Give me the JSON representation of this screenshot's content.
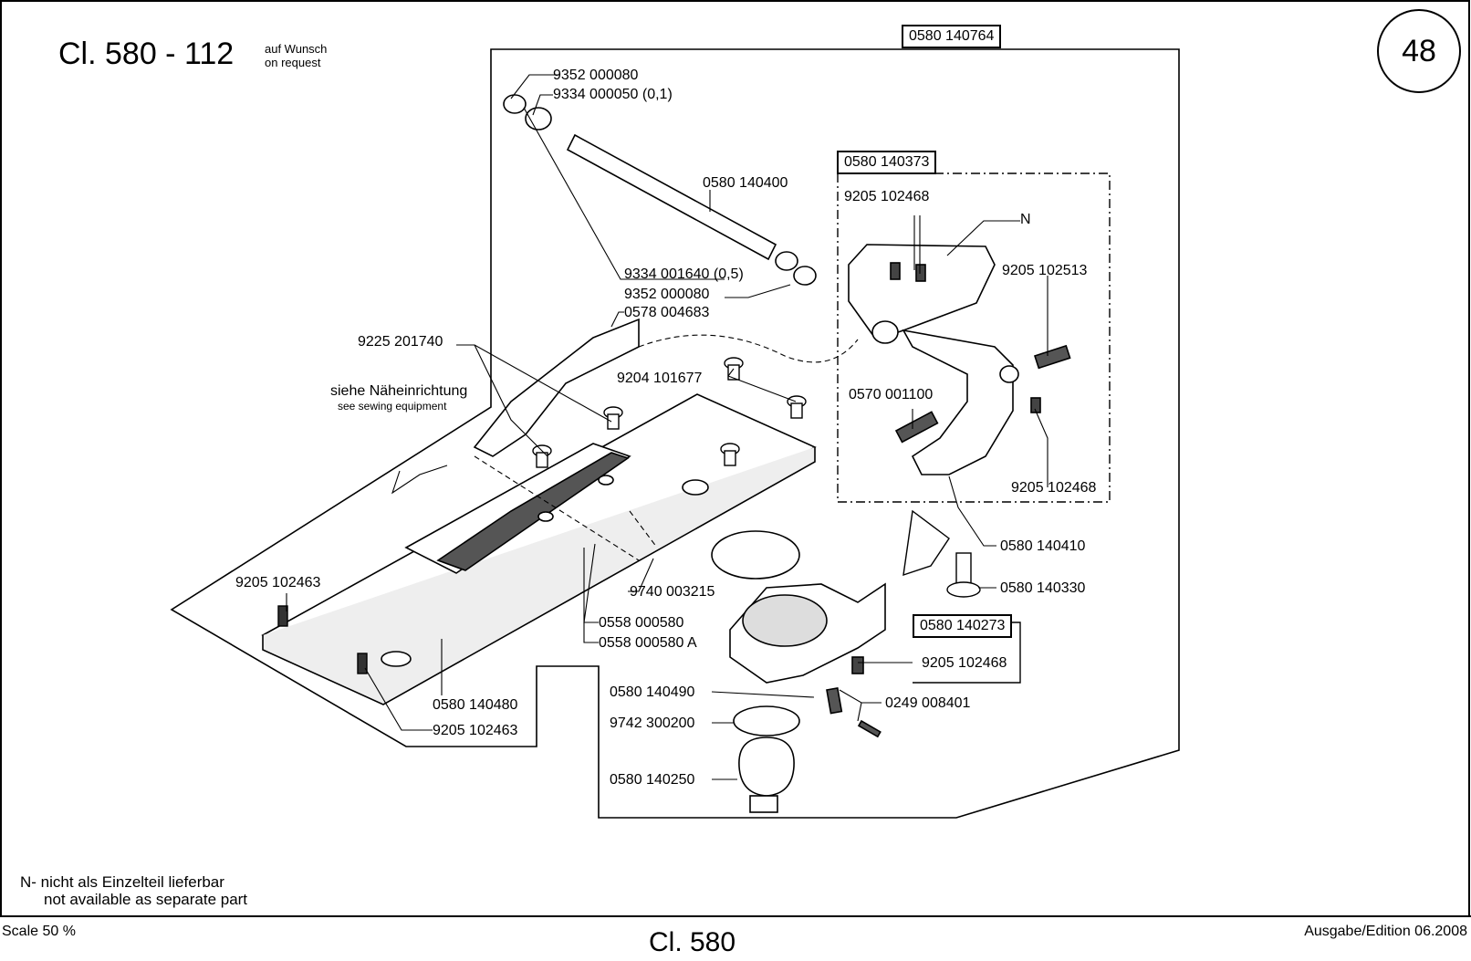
{
  "header": {
    "title": "Cl. 580 - 112",
    "option_de": "auf Wunsch",
    "option_en": "on request",
    "page_number": "48"
  },
  "assembly_boxes": {
    "main": "0580 140764",
    "arm_assembly": "0580 140373",
    "base_assembly": "0580 140273"
  },
  "parts": {
    "p1": "9352 000080",
    "p2": "9334 000050 (0,1)",
    "p3": "0580 140400",
    "p4": "9205 102468",
    "p5": "N",
    "p6": "9205 102513",
    "p7": "9334 001640 (0,5)",
    "p8": "9352 000080",
    "p9": "0578 004683",
    "p10": "9225 201740",
    "p11": "siehe Näheinrichtung",
    "p11b": "see sewing equipment",
    "p12": "9204 101677",
    "p13": "0570 001100",
    "p14": "9205 102468",
    "p15": "0580 140410",
    "p16": "0580 140330",
    "p17": "9205 102463",
    "p18": "9740 003215",
    "p19": "0558 000580",
    "p20": "0558 000580 A",
    "p21": "9205 102468",
    "p22": "0580 140490",
    "p23": "0249 008401",
    "p24": "9742 300200",
    "p25": "0580 140250",
    "p26": "0580 140480",
    "p27": "9205 102463"
  },
  "footer": {
    "note_de": "N- nicht als Einzelteil lieferbar",
    "note_en": "not available as separate part",
    "scale": "Scale 50 %",
    "model": "Cl. 580",
    "edition": "Ausgabe/Edition 06.2008"
  }
}
